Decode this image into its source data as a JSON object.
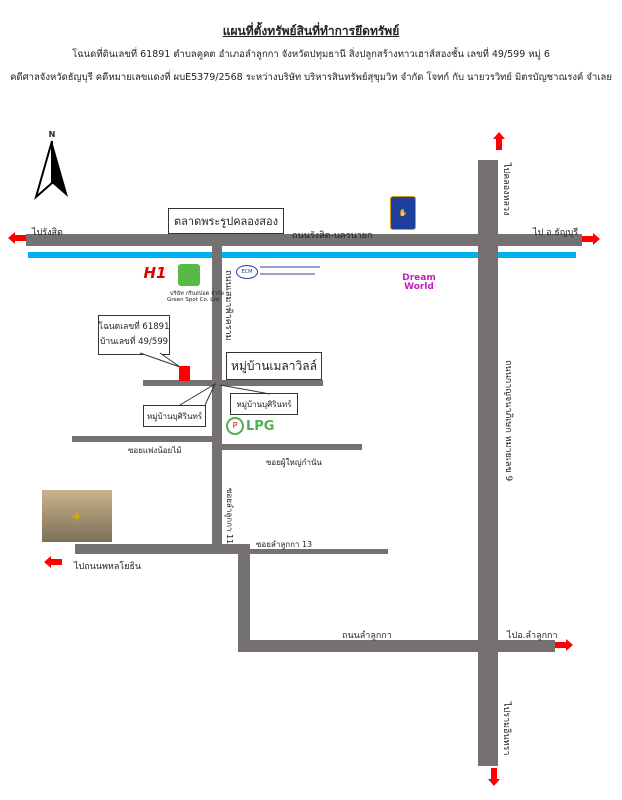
{
  "header": {
    "title": "แผนที่ตั้งทรัพย์สินที่ทำการยึดทรัพย์",
    "line1": "โฉนดที่ดินเลขที่ 61891 ตำบลคูคต อำเภอลำลูกกา จังหวัดปทุมธานี สิ่งปลูกสร้างทาวเฮาส์สองชั้น เลขที่ 49/599 หมู่ 6",
    "line2": "คดีศาลจังหวัดธัญบุรี คดีหมายเลขแดงที่ ผบE5379/2568 ระหว่างบริษัท บริหารสินทรัพย์สุขุมวิท จำกัด โจทก์ กับ นายวรวิทย์ มิตรบัญชาณรงค์ จำเลย"
  },
  "map": {
    "north": "N",
    "to_rangsit": "ไปรังสิต",
    "to_thanyaburi": "ไป อ.ธัญบุรี",
    "to_khlong_luang": "ไปคลองหลวง",
    "market": "ตลาดพระรูปคลองสอง",
    "main_road": "ถนนรังสิต-นครนายก",
    "sema_road": "ถนนเสมาฟ้าคราม",
    "property_label_1": "โฉนดเลขที่ 61891",
    "property_label_2": "บ้านเลขที่ 49/599",
    "maela_ville": "หมู่บ้านเมลาวิลล์",
    "busarin_1": "หมู่บ้านบุศิรินทร์",
    "busarin_2": "หมู่บ้านบุศิรินทร์",
    "soi_phaeng": "ซอยแพ่งน้อยไม้",
    "soi_phuyai": "ซอยผู้ใหญ่กำนัน",
    "soi_11": "ซอยลำลูกกา 11",
    "soi_13": "ซอยลำลูกกา 13",
    "to_phahon": "ไปถนนพหลโยธิน",
    "kanchana": "ถนนกาญจนาภิเษก หมายเลข 9",
    "lamlukka_road": "ถนนลำลูกกา",
    "to_lamlukka": "ไปอ.ลำลูกกา",
    "to_ramintra": "ไปรามอินทรา",
    "green_spot_th": "บริษัท กรีนสปอต จำกัด",
    "green_spot_en": "Green Spot Co. Ltd.",
    "h1": "H1",
    "lpg": "LPG",
    "dream_world": "Dream World"
  },
  "colors": {
    "road": "#767171",
    "canal": "#00b0f0",
    "arrow": "#ff0000",
    "property": "#ff0000"
  }
}
